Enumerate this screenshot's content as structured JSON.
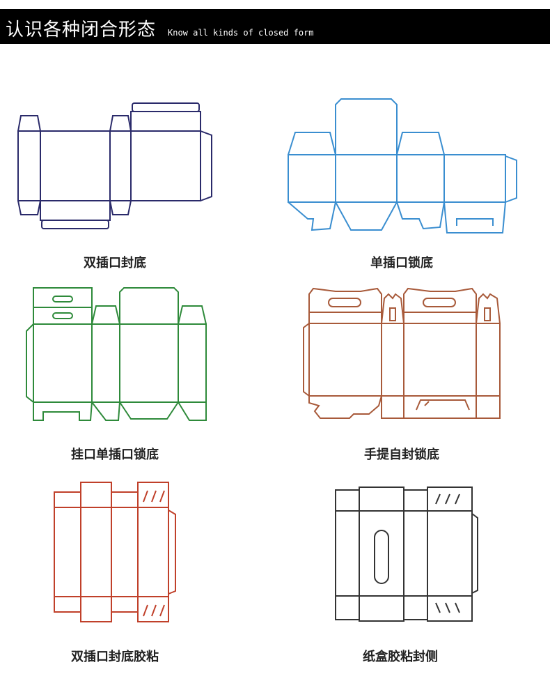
{
  "header": {
    "title_zh": "认识各种闭合形态",
    "title_en": "Know all kinds of closed form"
  },
  "diagrams": [
    {
      "caption": "双插口封底",
      "color": "#2a2a6a"
    },
    {
      "caption": "单插口锁底",
      "color": "#3a8ed0"
    },
    {
      "caption": "挂口单插口锁底",
      "color": "#2e8a3a"
    },
    {
      "caption": "手提自封锁底",
      "color": "#a85a3a"
    },
    {
      "caption": "双插口封底胶粘",
      "color": "#c0402a"
    },
    {
      "caption": "纸盒胶粘封侧",
      "color": "#333333"
    }
  ]
}
